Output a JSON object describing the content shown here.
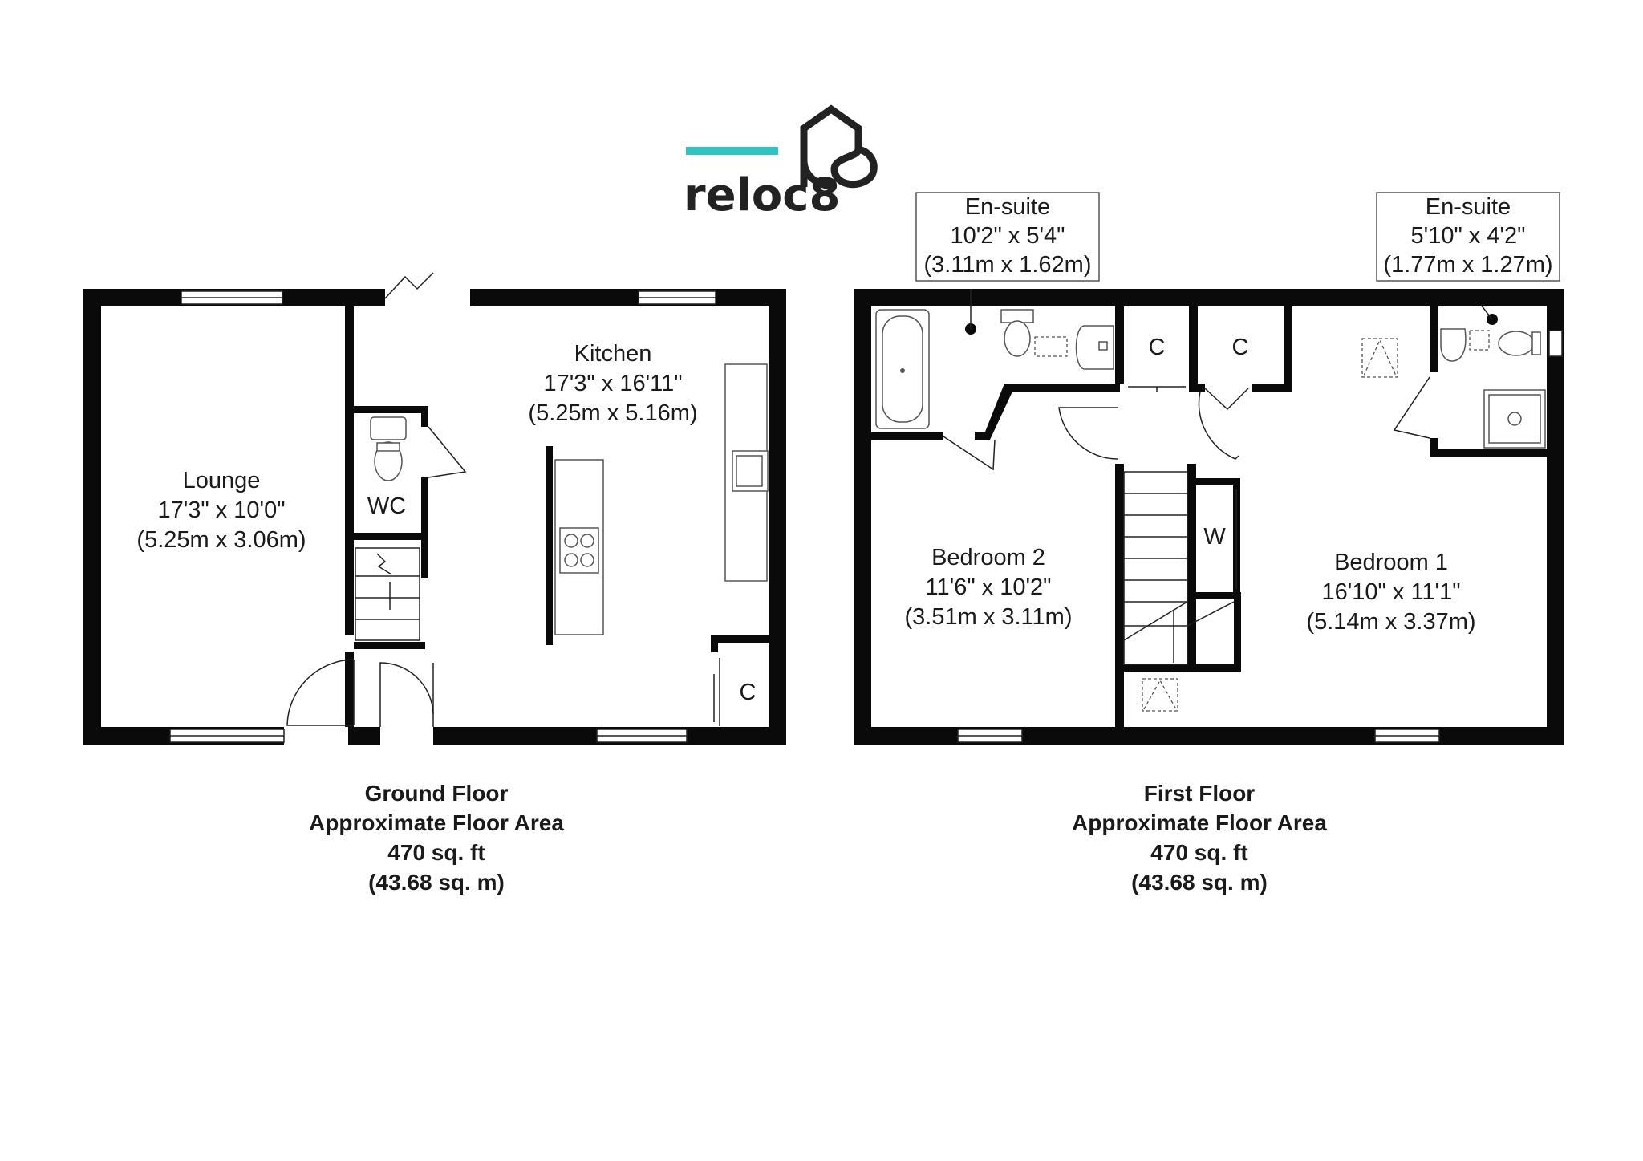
{
  "brand": {
    "name": "reloc8",
    "accent_color": "#2ec4c4",
    "ink_color": "#222222",
    "icon": "house-infinity-icon"
  },
  "floors": [
    {
      "id": "ground",
      "caption": [
        "Ground Floor",
        "Approximate Floor Area",
        "470 sq. ft",
        "(43.68 sq. m)"
      ],
      "rooms": [
        {
          "id": "lounge",
          "name": "Lounge",
          "imperial": "17'3\" x 10'0\"",
          "metric": "(5.25m x 3.06m)"
        },
        {
          "id": "kitchen",
          "name": "Kitchen",
          "imperial": "17'3\" x 16'11\"",
          "metric": "(5.25m x 5.16m)"
        },
        {
          "id": "wc",
          "name": "WC"
        },
        {
          "id": "cupboard",
          "name": "C"
        }
      ]
    },
    {
      "id": "first",
      "caption": [
        "First Floor",
        "Approximate Floor Area",
        "470 sq. ft",
        "(43.68 sq. m)"
      ],
      "rooms": [
        {
          "id": "ensuite-1",
          "name": "En-suite",
          "imperial": "10'2\" x 5'4\"",
          "metric": "(3.11m x 1.62m)"
        },
        {
          "id": "ensuite-2",
          "name": "En-suite",
          "imperial": "5'10\" x 4'2\"",
          "metric": "(1.77m x 1.27m)"
        },
        {
          "id": "bedroom-2",
          "name": "Bedroom 2",
          "imperial": "11'6\" x 10'2\"",
          "metric": "(3.51m x 3.11m)"
        },
        {
          "id": "bedroom-1",
          "name": "Bedroom 1",
          "imperial": "16'10\" x 11'1\"",
          "metric": "(5.14m x 3.37m)"
        },
        {
          "id": "cupboard-1",
          "name": "C"
        },
        {
          "id": "cupboard-2",
          "name": "C"
        },
        {
          "id": "wardrobe",
          "name": "W"
        }
      ]
    }
  ]
}
